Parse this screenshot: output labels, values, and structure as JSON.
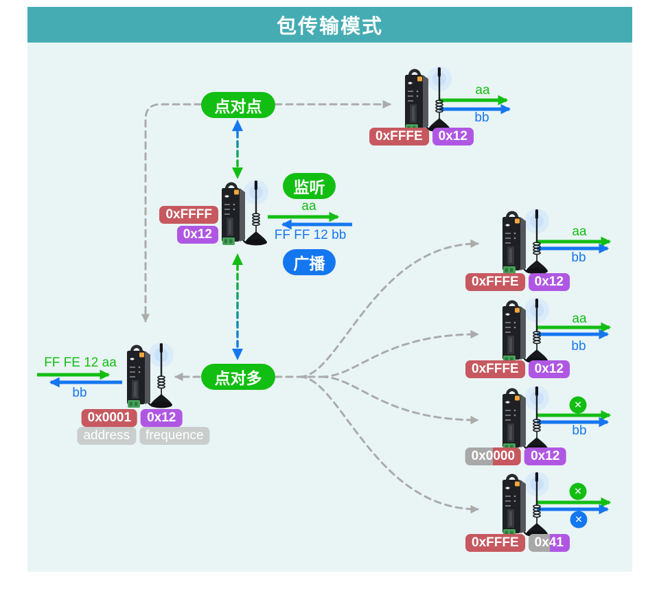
{
  "header": {
    "title": "包传输模式"
  },
  "modes": {
    "p2p": "点对点",
    "listen": "监听",
    "broadcast": "广播",
    "p2m": "点对多"
  },
  "glyphs": {
    "cross": "✕"
  },
  "colors": {
    "header_teal": "#45ACB4",
    "canvas_background": "#E9F4F5",
    "green": "#12BE12",
    "blue": "#1577F0",
    "address_red": "#C7585F",
    "frequency_purple": "#AF57E3",
    "connector_gray": "#ABABAB",
    "caption_gray": "#C9CDCC",
    "mismatch_gray": "#A8A8A8"
  },
  "devices": {
    "top_right": {
      "address": "0xFFFE",
      "frequency": "0x12"
    },
    "center": {
      "address": "0xFFFF",
      "frequency": "0x12"
    },
    "left": {
      "address": "0x0001",
      "frequency": "0x12",
      "address_caption": "address",
      "frequency_caption": "frequence"
    },
    "right_1": {
      "address": "0xFFFE",
      "frequency": "0x12"
    },
    "right_2": {
      "address": "0xFFFE",
      "frequency": "0x12"
    },
    "right_3": {
      "address": "0x0000",
      "frequency": "0x12"
    },
    "right_4": {
      "address": "0xFFFE",
      "frequency": "0x41"
    }
  },
  "flows": {
    "top_right": {
      "tx": "aa",
      "rx": "bb"
    },
    "center": {
      "tx": "aa",
      "rx": "FF FF 12 bb"
    },
    "left": {
      "tx": "FF FE 12 aa",
      "rx": "bb"
    },
    "right_1": {
      "tx": "aa",
      "rx": "bb"
    },
    "right_2": {
      "tx": "aa",
      "rx": "bb"
    },
    "right_3": {
      "rx": "bb"
    }
  }
}
